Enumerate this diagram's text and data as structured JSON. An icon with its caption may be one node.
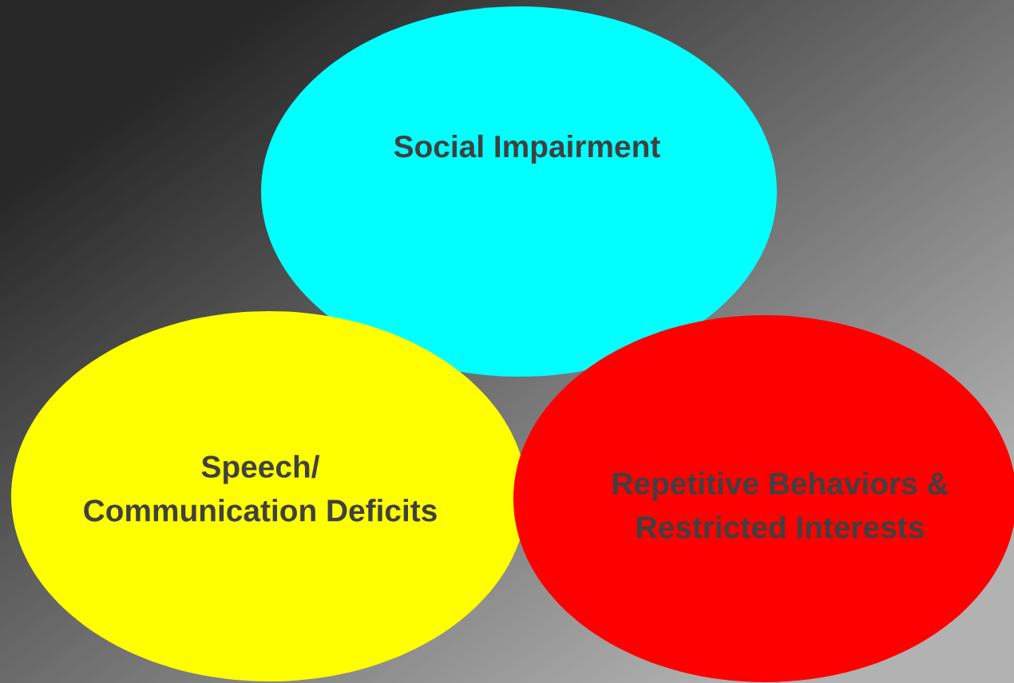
{
  "diagram": {
    "nodes": [
      {
        "text": [
          "Social Impairment"
        ]
      },
      {
        "text": [
          "Speech/ Communication Deficits"
        ]
      },
      {
        "text": [
          "Repetitive Behaviors & Restricted Interests"
        ]
      }
    ]
  }
}
